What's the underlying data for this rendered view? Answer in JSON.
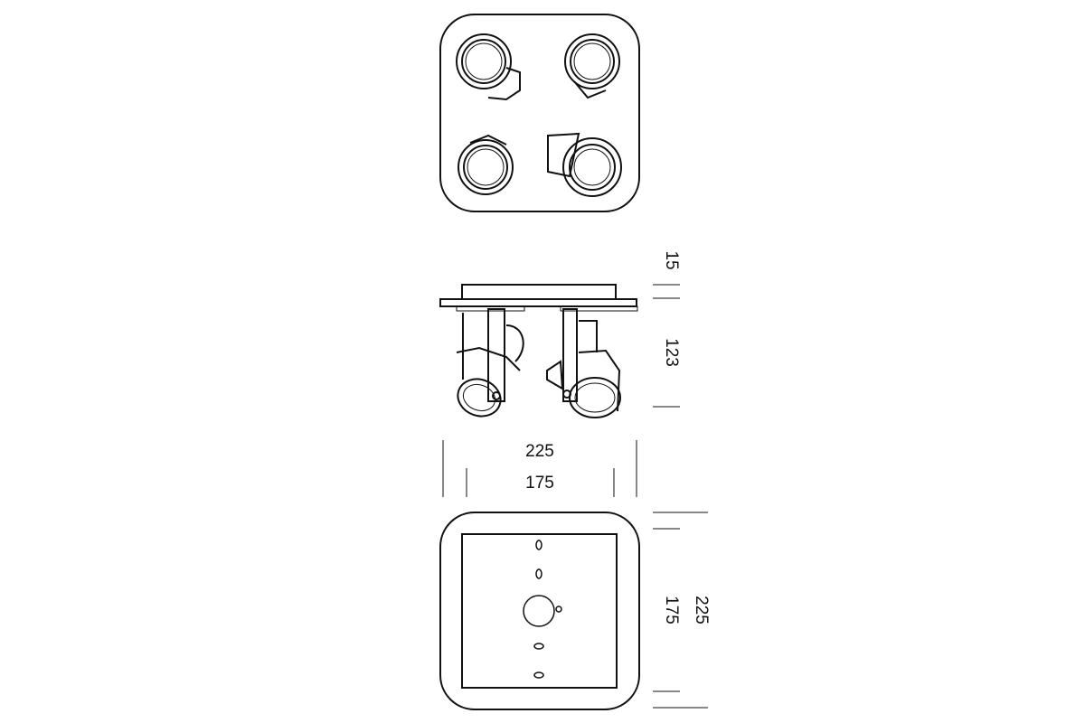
{
  "dimensions": {
    "side_plate_height": "15",
    "side_body_height": "123",
    "overall_width": "225",
    "plate_width": "175",
    "plate_height": "175",
    "overall_height": "225"
  }
}
